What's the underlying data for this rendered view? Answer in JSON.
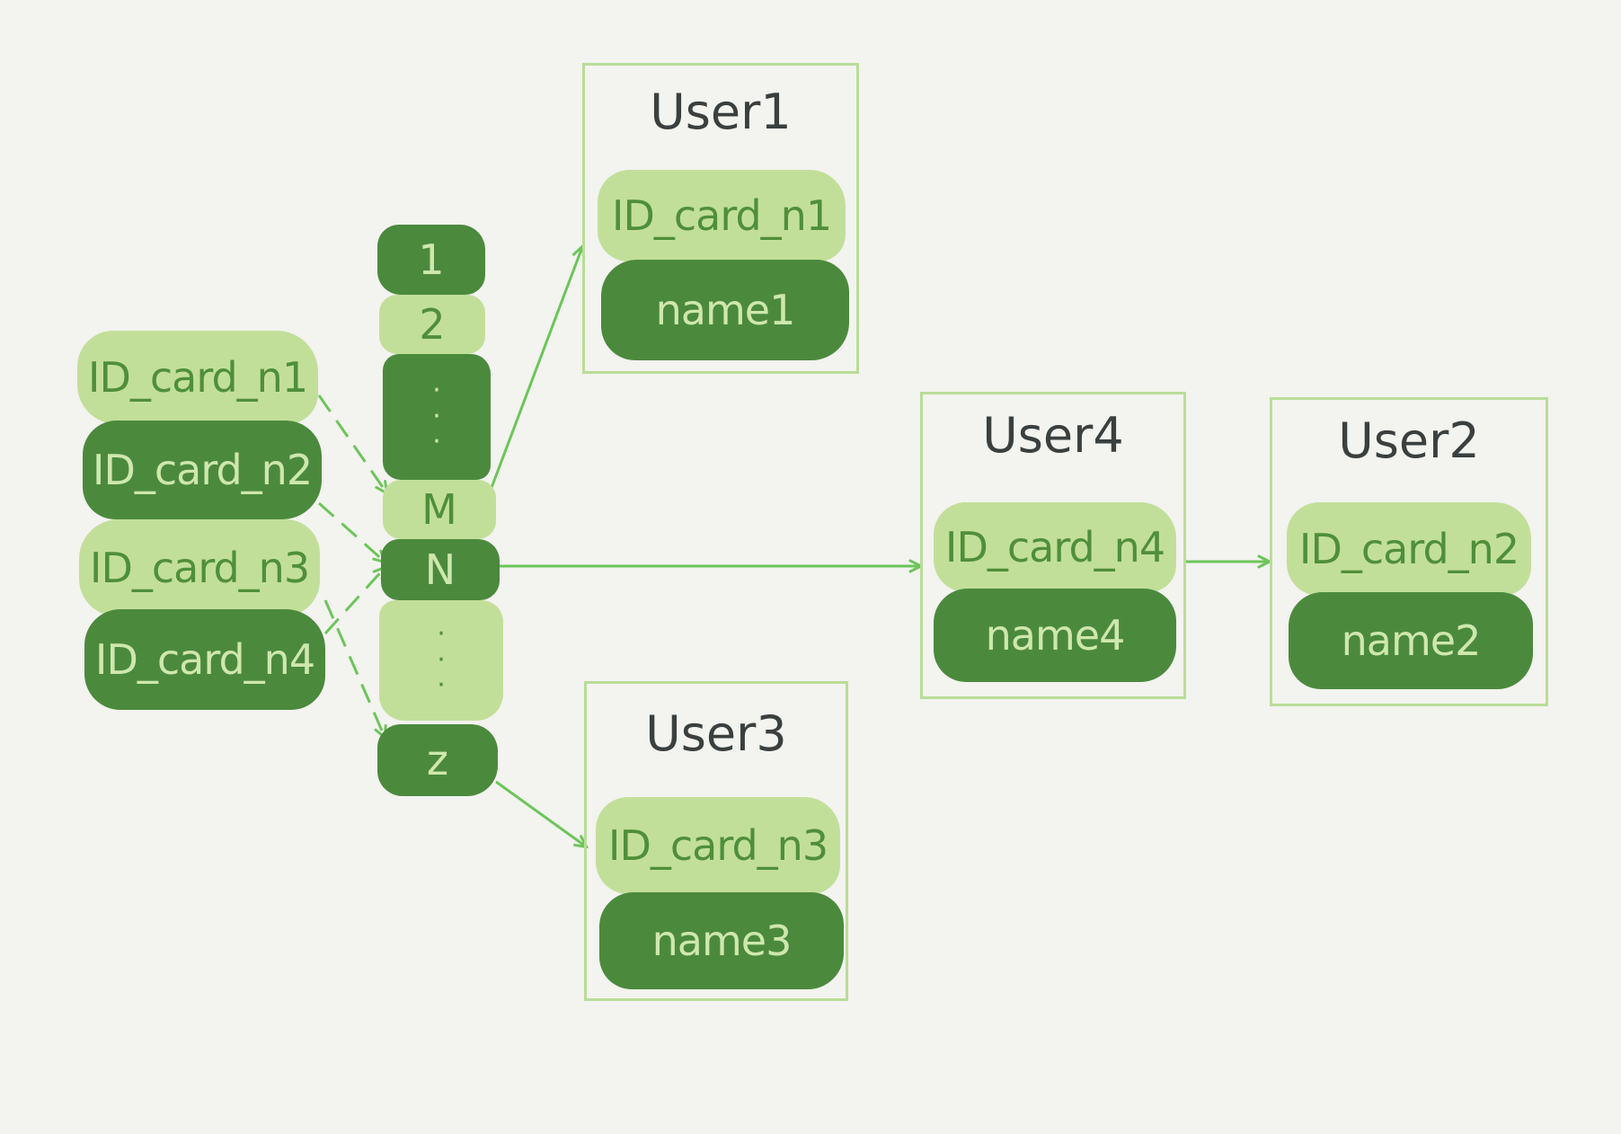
{
  "left_keys": [
    "ID_card_n1",
    "ID_card_n2",
    "ID_card_n3",
    "ID_card_n4"
  ],
  "buckets": {
    "b1": "1",
    "b2": "2",
    "dots": "·",
    "m": "M",
    "n": "N",
    "z": "z"
  },
  "users": {
    "user1": {
      "title": "User1",
      "id": "ID_card_n1",
      "name": "name1"
    },
    "user2": {
      "title": "User2",
      "id": "ID_card_n2",
      "name": "name2"
    },
    "user3": {
      "title": "User3",
      "id": "ID_card_n3",
      "name": "name3"
    },
    "user4": {
      "title": "User4",
      "id": "ID_card_n4",
      "name": "name4"
    }
  },
  "colors": {
    "background": "#f3f3ef",
    "light_green": "#c2df9a",
    "dark_green": "#4b8a3d",
    "arrow_green": "#6cc55a",
    "box_border": "#b9dd98",
    "title_text": "#3a3f3f"
  }
}
